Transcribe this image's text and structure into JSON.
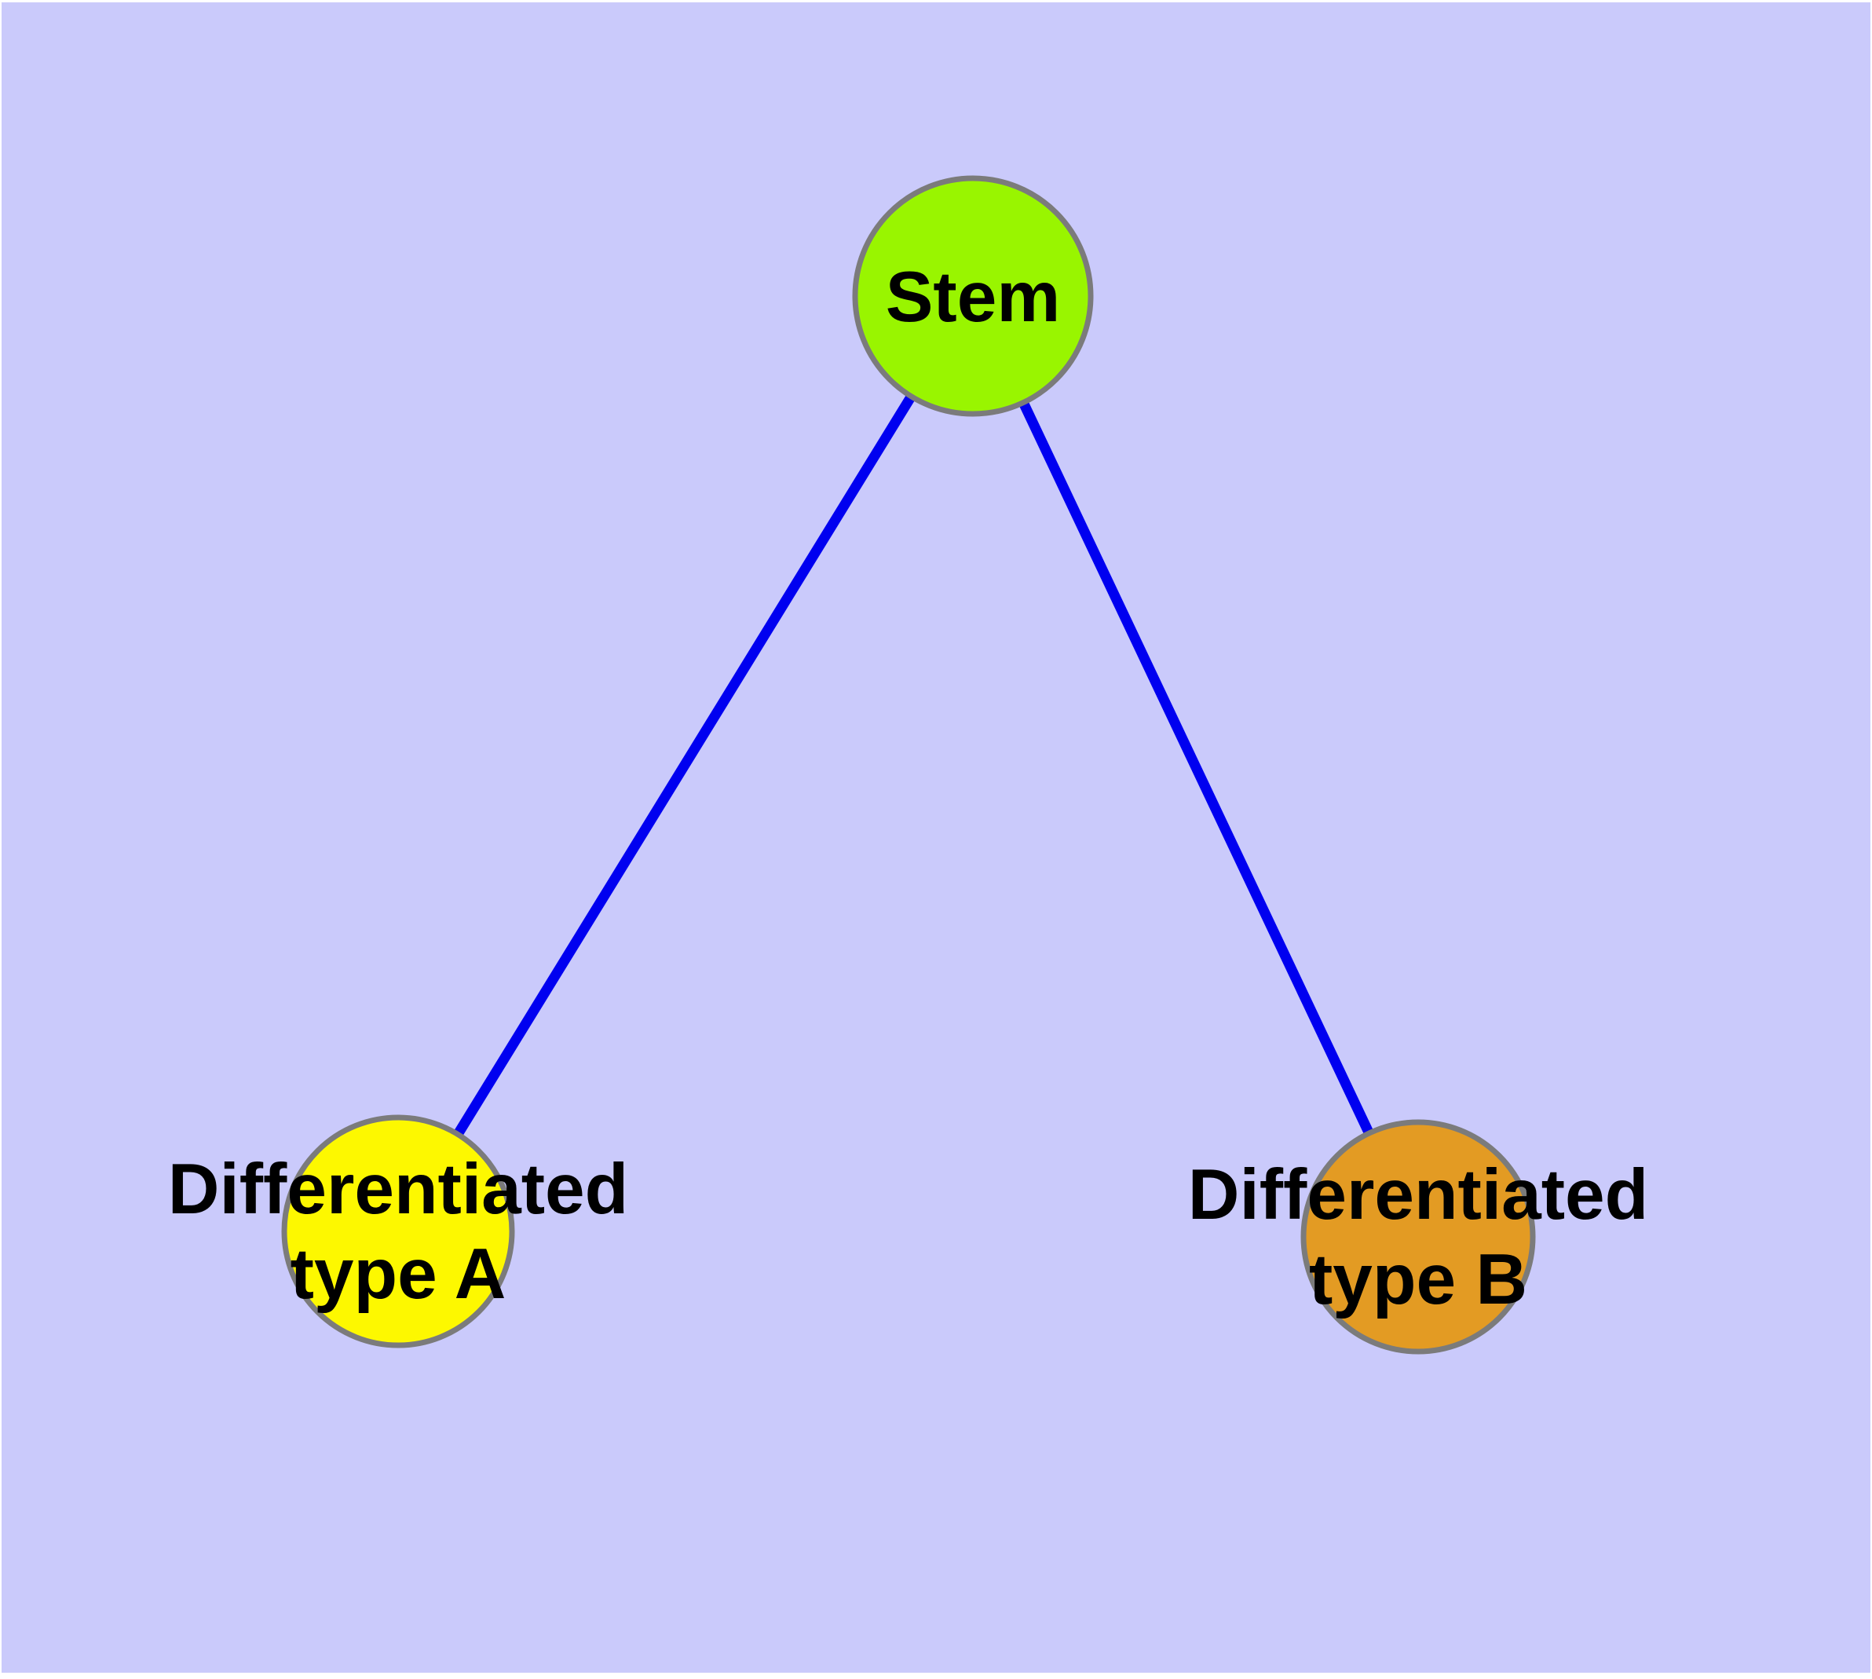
{
  "diagram": {
    "type": "graph",
    "background_color": "#cacafb",
    "page_color": "#ffffff",
    "palette": {
      "edge_color": "#0000f0",
      "node_border_color": "#7b7b7b",
      "label_color": "#000000"
    },
    "nodes": [
      {
        "id": "stem",
        "label": "Stem",
        "fill": "#99f500"
      },
      {
        "id": "type-a",
        "label_line1": "Differentiated",
        "label_line2": "type A",
        "fill": "#fdf800"
      },
      {
        "id": "type-b",
        "label_line1": "Differentiated",
        "label_line2": "type B",
        "fill": "#e39b23"
      }
    ],
    "edges": [
      {
        "from": "Stem",
        "to": "Differentiated type A"
      },
      {
        "from": "Stem",
        "to": "Differentiated type B"
      }
    ]
  }
}
